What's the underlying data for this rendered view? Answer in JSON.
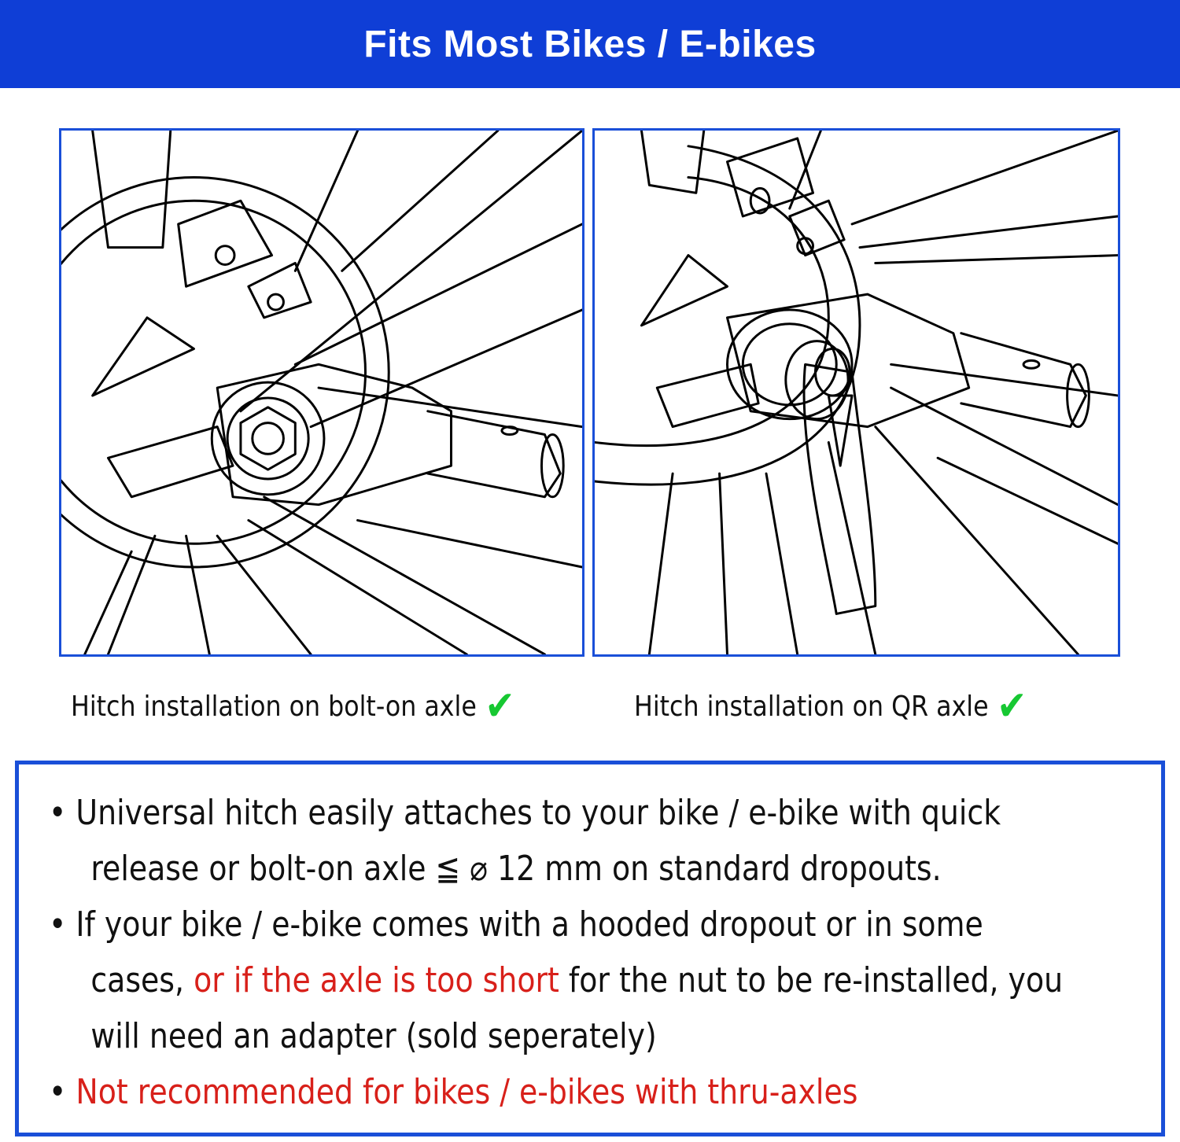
{
  "header": {
    "title": "Fits Most Bikes / E-bikes",
    "background_color": "#0f3ed6"
  },
  "panels": [
    {
      "caption": "Hitch installation on bolt-on axle",
      "check_icon": "check-icon",
      "illustration": "bolt-on-axle-hitch-drawing"
    },
    {
      "caption": "Hitch installation on QR axle",
      "check_icon": "check-icon",
      "illustration": "qr-axle-hitch-drawing"
    }
  ],
  "info": {
    "bullet1": {
      "line1": "Universal hitch easily attaches to your bike / e-bike with quick",
      "line2": "release or bolt-on axle ≦ ⌀ 12 mm on standard dropouts."
    },
    "bullet2": {
      "line1": "If your bike / e-bike comes with a hooded dropout or in some",
      "line2_a": "cases, ",
      "line2_red": "or if the axle is too short",
      "line2_b": " for the nut to be re-installed, you",
      "line3": "will need an adapter (sold seperately)"
    },
    "bullet3": {
      "text": "Not recommended for bikes / e-bikes with thru-axles"
    },
    "bullet_symbol": "•"
  },
  "colors": {
    "accent_blue": "#1a4fd8",
    "check_green": "#17c832",
    "warning_red": "#d8201a"
  }
}
